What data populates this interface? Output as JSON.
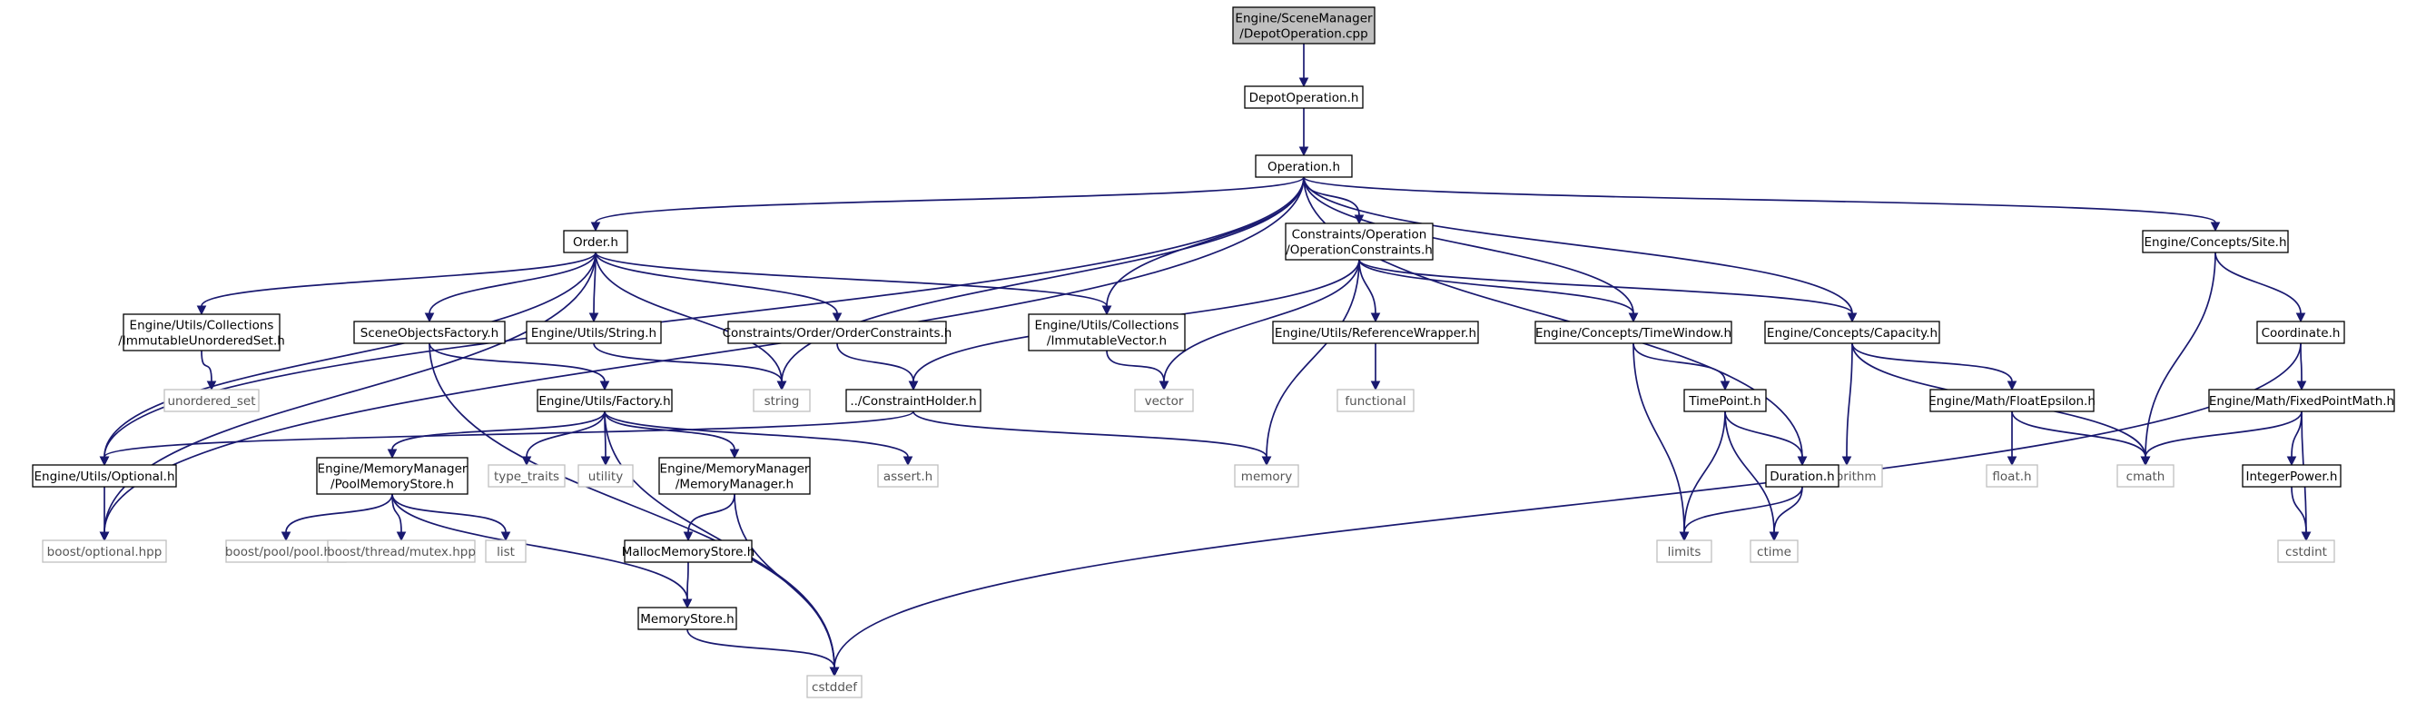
{
  "colors": {
    "edge": "#191970",
    "node_border": "#000000",
    "node_dim_border": "#bfbfbf",
    "root_fill": "#bfbfbf"
  },
  "nodes": [
    {
      "id": "root",
      "label": [
        "Engine/SceneManager",
        "/DepotOperation.cpp"
      ],
      "kind": "root"
    },
    {
      "id": "depotop",
      "label": [
        "DepotOperation.h"
      ],
      "kind": "file"
    },
    {
      "id": "operation",
      "label": [
        "Operation.h"
      ],
      "kind": "file"
    },
    {
      "id": "order",
      "label": [
        "Order.h"
      ],
      "kind": "file"
    },
    {
      "id": "opconstraints",
      "label": [
        "Constraints/Operation",
        "/OperationConstraints.h"
      ],
      "kind": "file"
    },
    {
      "id": "site",
      "label": [
        "Engine/Concepts/Site.h"
      ],
      "kind": "file"
    },
    {
      "id": "immset",
      "label": [
        "Engine/Utils/Collections",
        "/ImmutableUnorderedSet.h"
      ],
      "kind": "file"
    },
    {
      "id": "sceneobj",
      "label": [
        "SceneObjectsFactory.h"
      ],
      "kind": "file"
    },
    {
      "id": "utilsstring",
      "label": [
        "Engine/Utils/String.h"
      ],
      "kind": "file"
    },
    {
      "id": "orderconstr",
      "label": [
        "Constraints/Order/OrderConstraints.h"
      ],
      "kind": "file"
    },
    {
      "id": "immvec",
      "label": [
        "Engine/Utils/Collections",
        "/ImmutableVector.h"
      ],
      "kind": "file"
    },
    {
      "id": "refwrap",
      "label": [
        "Engine/Utils/ReferenceWrapper.h"
      ],
      "kind": "file"
    },
    {
      "id": "timewindow",
      "label": [
        "Engine/Concepts/TimeWindow.h"
      ],
      "kind": "file"
    },
    {
      "id": "capacity",
      "label": [
        "Engine/Concepts/Capacity.h"
      ],
      "kind": "file"
    },
    {
      "id": "coordinate",
      "label": [
        "Coordinate.h"
      ],
      "kind": "file"
    },
    {
      "id": "unordset",
      "label": [
        "unordered_set"
      ],
      "kind": "system"
    },
    {
      "id": "string",
      "label": [
        "string"
      ],
      "kind": "system"
    },
    {
      "id": "utilsfactory",
      "label": [
        "Engine/Utils/Factory.h"
      ],
      "kind": "file"
    },
    {
      "id": "constrholder",
      "label": [
        "../ConstraintHolder.h"
      ],
      "kind": "file"
    },
    {
      "id": "vector",
      "label": [
        "vector"
      ],
      "kind": "system"
    },
    {
      "id": "functional",
      "label": [
        "functional"
      ],
      "kind": "system"
    },
    {
      "id": "timepoint",
      "label": [
        "TimePoint.h"
      ],
      "kind": "file"
    },
    {
      "id": "algorithm",
      "label": [
        "algorithm"
      ],
      "kind": "system"
    },
    {
      "id": "floateps",
      "label": [
        "Engine/Math/FloatEpsilon.h"
      ],
      "kind": "file"
    },
    {
      "id": "fixedpoint",
      "label": [
        "Engine/Math/FixedPointMath.h"
      ],
      "kind": "file"
    },
    {
      "id": "optional",
      "label": [
        "Engine/Utils/Optional.h"
      ],
      "kind": "file"
    },
    {
      "id": "poolmem",
      "label": [
        "Engine/MemoryManager",
        "/PoolMemoryStore.h"
      ],
      "kind": "file"
    },
    {
      "id": "typetraits",
      "label": [
        "type_traits"
      ],
      "kind": "system"
    },
    {
      "id": "utility",
      "label": [
        "utility"
      ],
      "kind": "system"
    },
    {
      "id": "memmanager",
      "label": [
        "Engine/MemoryManager",
        "/MemoryManager.h"
      ],
      "kind": "file"
    },
    {
      "id": "asserth",
      "label": [
        "assert.h"
      ],
      "kind": "system"
    },
    {
      "id": "memory",
      "label": [
        "memory"
      ],
      "kind": "system"
    },
    {
      "id": "duration",
      "label": [
        "Duration.h"
      ],
      "kind": "file"
    },
    {
      "id": "floath",
      "label": [
        "float.h"
      ],
      "kind": "system"
    },
    {
      "id": "cmath",
      "label": [
        "cmath"
      ],
      "kind": "system"
    },
    {
      "id": "intpower",
      "label": [
        "IntegerPower.h"
      ],
      "kind": "file"
    },
    {
      "id": "boostopt",
      "label": [
        "boost/optional.hpp"
      ],
      "kind": "system"
    },
    {
      "id": "boostpool",
      "label": [
        "boost/pool/pool.hpp"
      ],
      "kind": "system"
    },
    {
      "id": "boostmutex",
      "label": [
        "boost/thread/mutex.hpp"
      ],
      "kind": "system"
    },
    {
      "id": "list",
      "label": [
        "list"
      ],
      "kind": "system"
    },
    {
      "id": "mallocmem",
      "label": [
        "MallocMemoryStore.h"
      ],
      "kind": "file"
    },
    {
      "id": "limits",
      "label": [
        "limits"
      ],
      "kind": "system"
    },
    {
      "id": "ctime",
      "label": [
        "ctime"
      ],
      "kind": "system"
    },
    {
      "id": "cstdint",
      "label": [
        "cstdint"
      ],
      "kind": "system"
    },
    {
      "id": "memstore",
      "label": [
        "MemoryStore.h"
      ],
      "kind": "file"
    },
    {
      "id": "cstddef",
      "label": [
        "cstddef"
      ],
      "kind": "system"
    }
  ],
  "edges": [
    [
      "root",
      "depotop"
    ],
    [
      "depotop",
      "operation"
    ],
    [
      "operation",
      "order"
    ],
    [
      "operation",
      "opconstraints"
    ],
    [
      "operation",
      "site"
    ],
    [
      "operation",
      "immvec"
    ],
    [
      "operation",
      "timewindow"
    ],
    [
      "operation",
      "capacity"
    ],
    [
      "operation",
      "string"
    ],
    [
      "operation",
      "optional"
    ],
    [
      "operation",
      "boostopt"
    ],
    [
      "operation",
      "duration"
    ],
    [
      "order",
      "immset"
    ],
    [
      "order",
      "sceneobj"
    ],
    [
      "order",
      "utilsstring"
    ],
    [
      "order",
      "orderconstr"
    ],
    [
      "order",
      "immvec"
    ],
    [
      "order",
      "string"
    ],
    [
      "order",
      "optional"
    ],
    [
      "order",
      "boostopt"
    ],
    [
      "opconstraints",
      "refwrap"
    ],
    [
      "opconstraints",
      "timewindow"
    ],
    [
      "opconstraints",
      "capacity"
    ],
    [
      "opconstraints",
      "constrholder"
    ],
    [
      "opconstraints",
      "vector"
    ],
    [
      "opconstraints",
      "memory"
    ],
    [
      "site",
      "coordinate"
    ],
    [
      "site",
      "cmath"
    ],
    [
      "immset",
      "unordset"
    ],
    [
      "sceneobj",
      "utilsfactory"
    ],
    [
      "sceneobj",
      "cstddef"
    ],
    [
      "utilsstring",
      "string"
    ],
    [
      "orderconstr",
      "constrholder"
    ],
    [
      "immvec",
      "vector"
    ],
    [
      "refwrap",
      "functional"
    ],
    [
      "timewindow",
      "timepoint"
    ],
    [
      "timewindow",
      "limits"
    ],
    [
      "capacity",
      "algorithm"
    ],
    [
      "capacity",
      "floateps"
    ],
    [
      "capacity",
      "cmath"
    ],
    [
      "coordinate",
      "fixedpoint"
    ],
    [
      "coordinate",
      "cstddef"
    ],
    [
      "utilsfactory",
      "poolmem"
    ],
    [
      "utilsfactory",
      "typetraits"
    ],
    [
      "utilsfactory",
      "utility"
    ],
    [
      "utilsfactory",
      "memmanager"
    ],
    [
      "utilsfactory",
      "asserth"
    ],
    [
      "utilsfactory",
      "cstddef"
    ],
    [
      "constrholder",
      "optional"
    ],
    [
      "constrholder",
      "memory"
    ],
    [
      "timepoint",
      "duration"
    ],
    [
      "timepoint",
      "limits"
    ],
    [
      "timepoint",
      "ctime"
    ],
    [
      "floateps",
      "cmath"
    ],
    [
      "floateps",
      "floath"
    ],
    [
      "fixedpoint",
      "cmath"
    ],
    [
      "fixedpoint",
      "intpower"
    ],
    [
      "fixedpoint",
      "cstdint"
    ],
    [
      "optional",
      "boostopt"
    ],
    [
      "poolmem",
      "boostpool"
    ],
    [
      "poolmem",
      "boostmutex"
    ],
    [
      "poolmem",
      "list"
    ],
    [
      "poolmem",
      "memstore"
    ],
    [
      "memmanager",
      "mallocmem"
    ],
    [
      "memmanager",
      "cstddef"
    ],
    [
      "duration",
      "limits"
    ],
    [
      "duration",
      "ctime"
    ],
    [
      "intpower",
      "cstdint"
    ],
    [
      "mallocmem",
      "memstore"
    ],
    [
      "memstore",
      "cstddef"
    ]
  ]
}
